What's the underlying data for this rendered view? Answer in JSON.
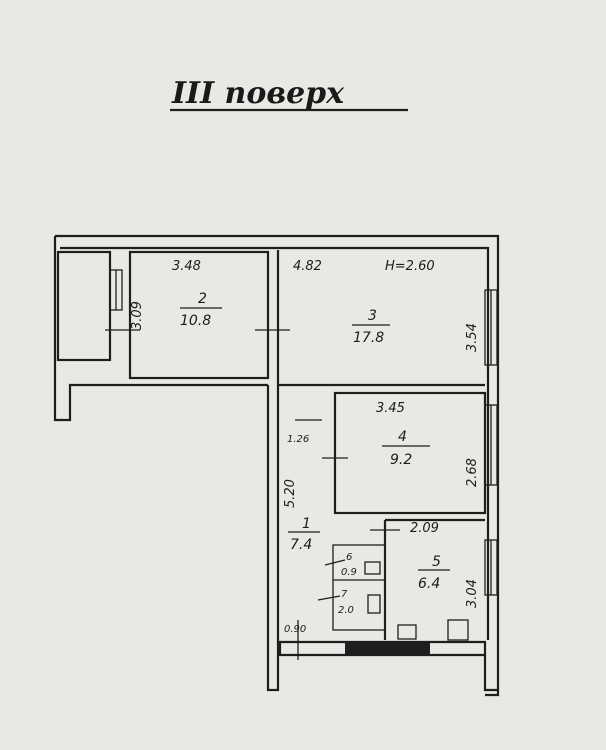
{
  "title": "III поверх",
  "height_note": "H=2.60",
  "rooms": [
    {
      "number": "1",
      "area": "7.4"
    },
    {
      "number": "2",
      "area": "10.8"
    },
    {
      "number": "3",
      "area": "17.8"
    },
    {
      "number": "4",
      "area": "9.2"
    },
    {
      "number": "5",
      "area": "6.4"
    },
    {
      "number": "6",
      "area": "0.9"
    },
    {
      "number": "7",
      "area": "2.0"
    }
  ],
  "dimensions": {
    "room2_width": "3.48",
    "room2_depth": "3.09",
    "room3_width": "4.82",
    "room3_depth": "3.54",
    "room4_width": "3.45",
    "room4_depth": "2.68",
    "corridor_length": "5.20",
    "corridor_width": "1.26",
    "room5_width": "2.09",
    "room5_depth": "3.04",
    "bath_door": "0.90"
  }
}
